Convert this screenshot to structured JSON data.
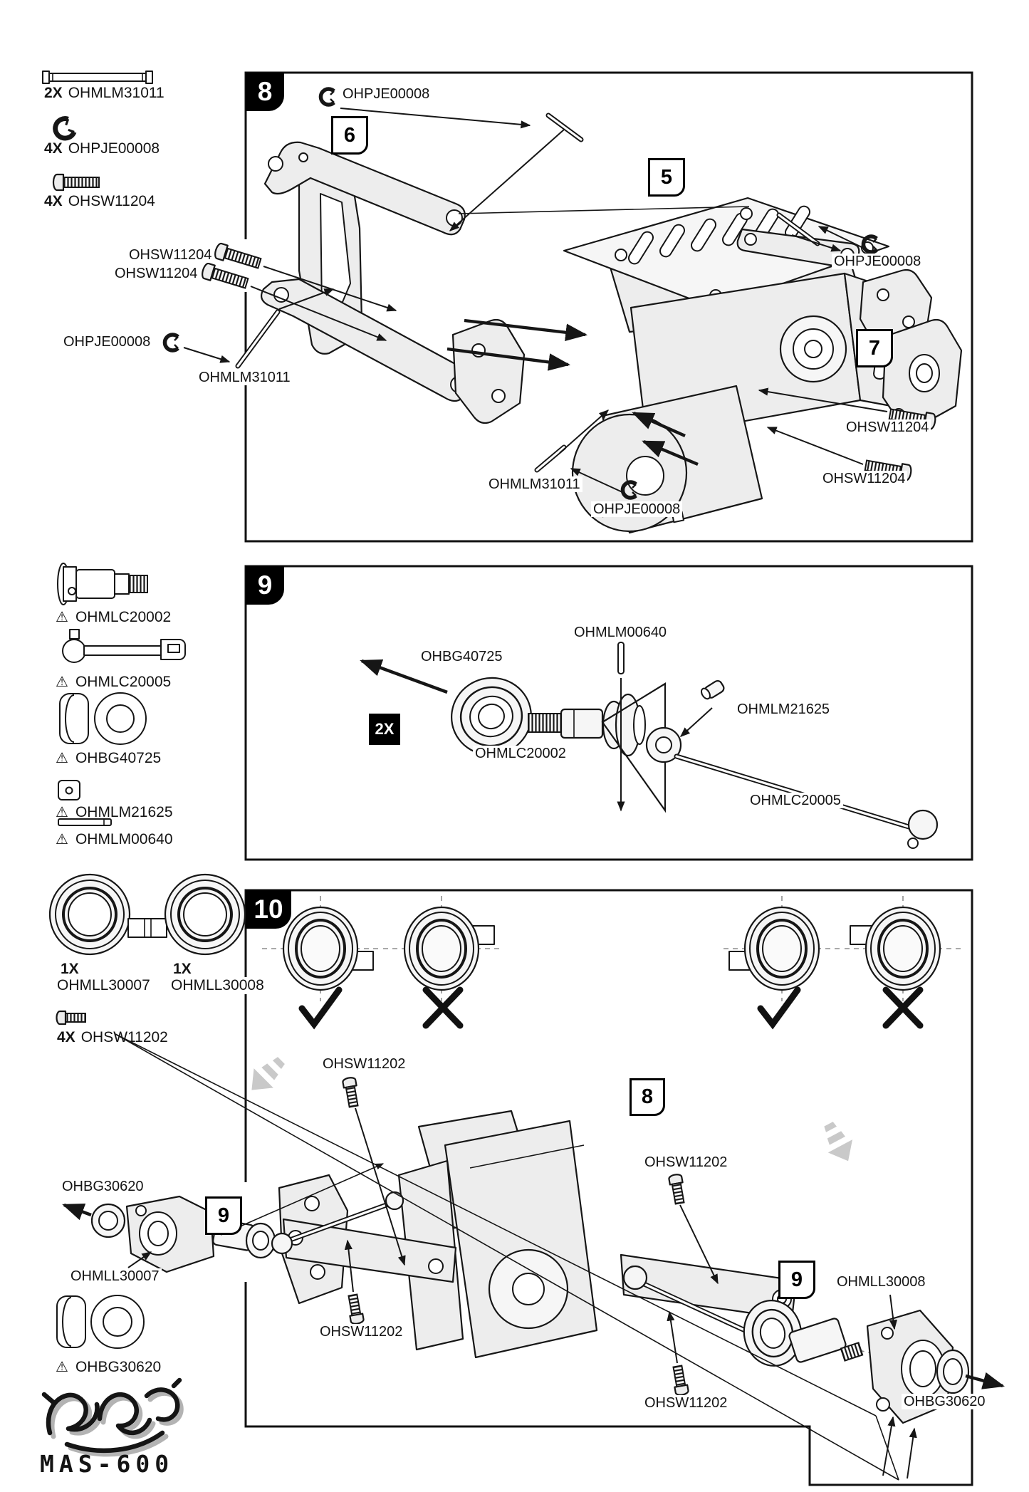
{
  "footer": {
    "model": "MAS-600"
  },
  "icons": {
    "warning": "⚠"
  },
  "colors": {
    "ink": "#161616",
    "part_fill": "#ededed",
    "gray_arrow": "#c9c9c9"
  },
  "parts_step8": [
    {
      "qty": "2X",
      "code": "OHMLM31011"
    },
    {
      "qty": "4X",
      "code": "OHPJE00008"
    },
    {
      "qty": "4X",
      "code": "OHSW11204"
    }
  ],
  "parts_step9": [
    {
      "code": "OHMLC20002"
    },
    {
      "code": "OHMLC20005"
    },
    {
      "code": "OHBG40725"
    },
    {
      "code": "OHMLM21625"
    },
    {
      "code": "OHMLM00640"
    }
  ],
  "parts_step10": {
    "hub_left": {
      "qty": "1X",
      "code": "OHMLL30007"
    },
    "hub_right": {
      "qty": "1X",
      "code": "OHMLL30008"
    },
    "screw": {
      "qty": "4X",
      "code": "OHSW11202"
    },
    "bearing": {
      "code": "OHBG30620"
    }
  },
  "step8": {
    "number": "8",
    "badge_upper_arm": "6",
    "badge_gearbox": "5",
    "badge_hub": "7",
    "callout_top_eclip": "OHPJE00008",
    "callout_screw_upper": "OHSW11204",
    "callout_screw_lower": "OHSW11204",
    "callout_left_eclip": "OHPJE00008",
    "callout_left_pin": "OHMLM31011",
    "callout_bottom_pin": "OHMLM31011",
    "callout_bottom_eclip": "OHPJE00008",
    "callout_right_eclip": "OHPJE00008",
    "callout_right_screw_upper": "OHSW11204",
    "callout_right_screw_lower": "OHSW11204"
  },
  "step9": {
    "number": "9",
    "multiplier": "2X",
    "callout_bearing": "OHBG40725",
    "callout_pin": "OHMLM00640",
    "callout_set_screw": "OHMLM21625",
    "callout_axle": "OHMLC20002",
    "callout_dogbone": "OHMLC20005"
  },
  "step10": {
    "number": "10",
    "badge_gearbox": "8",
    "badge_sub_left": "9",
    "badge_sub_right": "9",
    "callout_screw_top_left": "OHSW11202",
    "callout_screw_right": "OHSW11202",
    "callout_screw_bottom_left": "OHSW11202",
    "callout_screw_bottom_center": "OHSW11202",
    "callout_bearing_left": "OHBG30620",
    "callout_hub_left": "OHMLL30007",
    "callout_hub_right": "OHMLL30008",
    "callout_bearing_right": "OHBG30620"
  }
}
